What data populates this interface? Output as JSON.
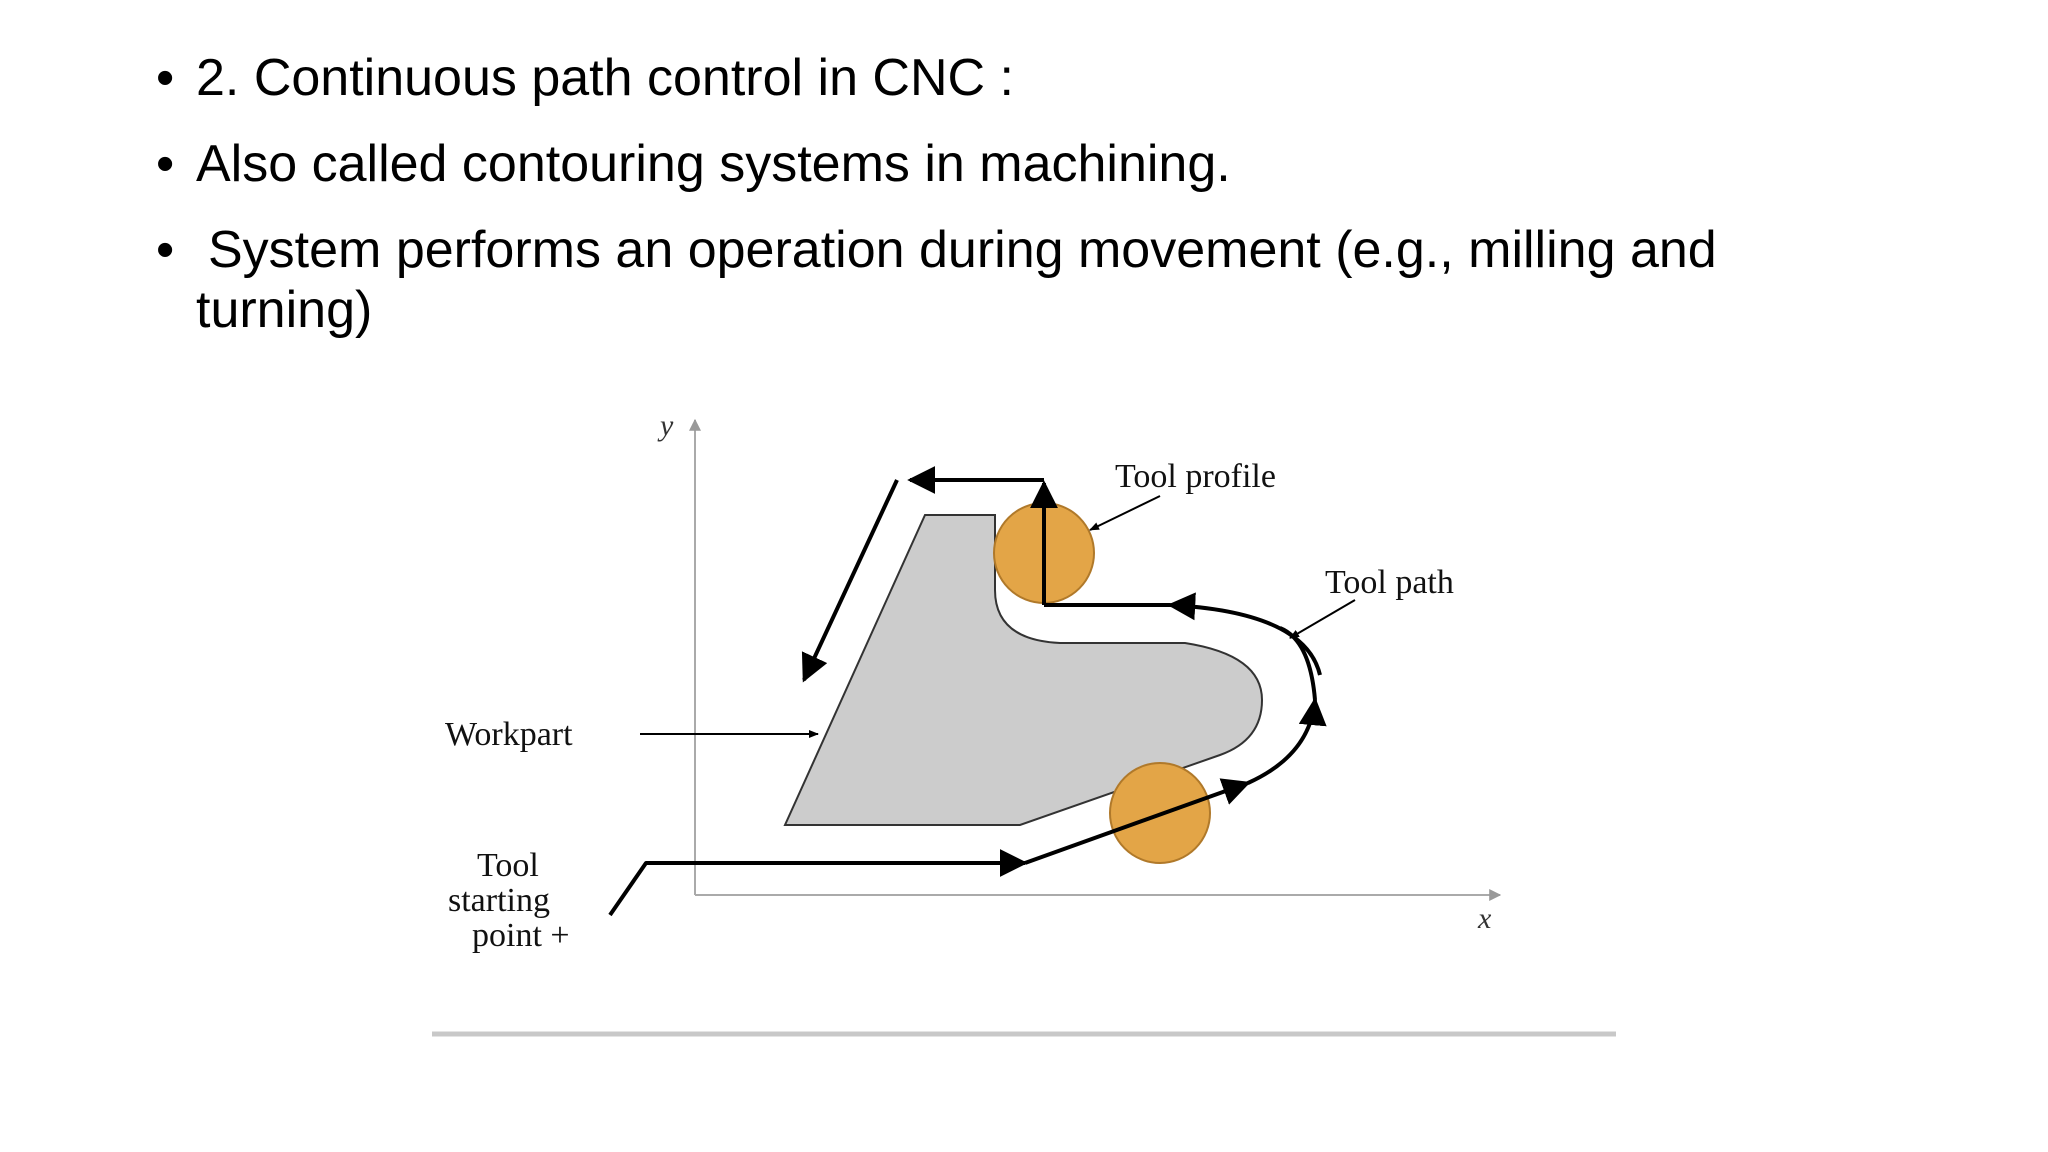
{
  "slide": {
    "bullets": [
      {
        "text": "2. Continuous path control in CNC :"
      },
      {
        "text": "Also called contouring systems in machining."
      },
      {
        "text": "System performs an operation during movement (e.g., milling and",
        "continuation": "turning)"
      }
    ]
  },
  "diagram": {
    "labels": {
      "tool_profile": "Tool profile",
      "tool_path": "Tool path",
      "workpart": "Workpart",
      "tool_starting_point_line1": "Tool",
      "tool_starting_point_line2": "starting",
      "tool_starting_point_line3": "point +",
      "axis_y": "y",
      "axis_x": "x"
    },
    "colors": {
      "workpart_fill": "#cccccc",
      "tool_fill": "#e3a547",
      "path_stroke": "#000000",
      "axis_stroke": "#999999"
    }
  }
}
